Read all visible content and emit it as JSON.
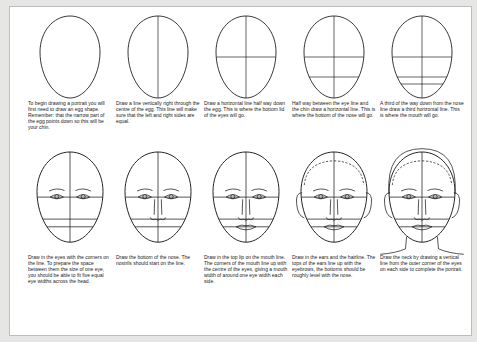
{
  "diagram": {
    "labels": [
      "To begin drawing a portrait you will first need to draw an egg shape. Remember: that the narrow part of the egg points down so this will be your chin.",
      "Draw a line vertically right through the centre of the egg. This line will make sure that the left and right sides are equal.",
      "Draw a horizontal line half way down the egg. This is where the bottom lid of the eyes will go.",
      "Half way between the eye line and the chin draw a horizontal line. This is where the bottom of the nose will go.",
      "A third of the way down from the nose line draw a third horizontal line. This is where the mouth will go.",
      "Draw in the eyes with the corners on the line. To prepare the space between them the size of one eye, you should be able to fit five equal eye widths across the head.",
      "Draw the bottom of the nose. The nostrils should start on the line.",
      "Draw in the top lip on the mouth line. The corners of the mouth line up with the centre of the eyes, giving a mouth width of around one eye width each side.",
      "Draw in the ears and the hairline. The tops of the ears line up with the eyebrows, the bottoms should be roughly level with the nose.",
      "Draw the neck by drawing a vertical line from the outer corner of the eyes on each side to complete the portrait."
    ]
  }
}
